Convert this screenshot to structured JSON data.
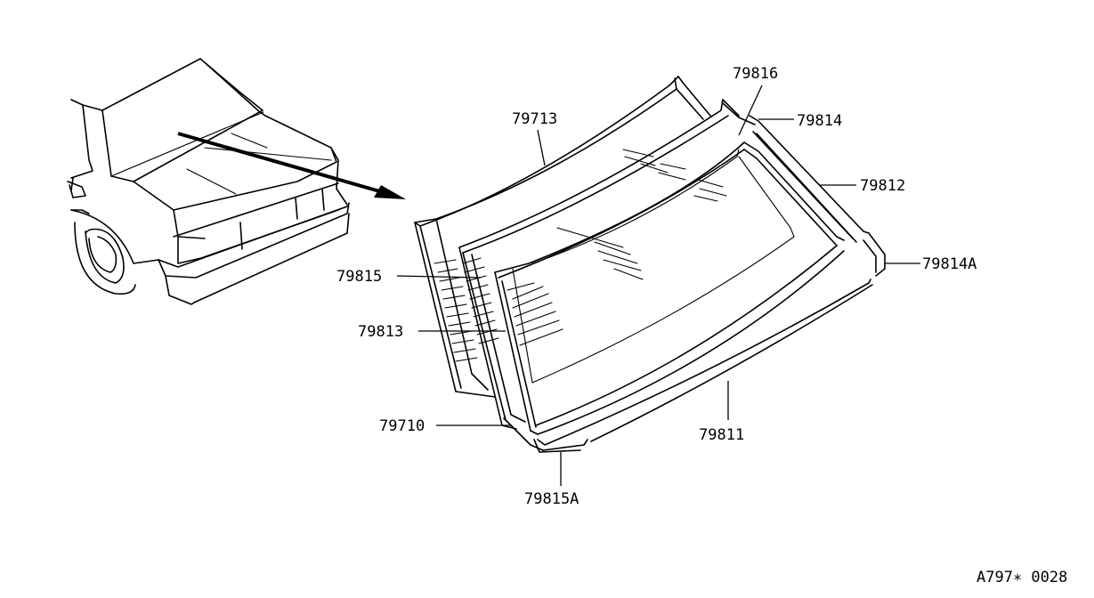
{
  "diagram": {
    "callouts": [
      {
        "id": "79713",
        "text": "79713"
      },
      {
        "id": "79816",
        "text": "79816"
      },
      {
        "id": "79814",
        "text": "79814"
      },
      {
        "id": "79812",
        "text": "79812"
      },
      {
        "id": "79814A",
        "text": "79814A"
      },
      {
        "id": "79815",
        "text": "79815"
      },
      {
        "id": "79813",
        "text": "79813"
      },
      {
        "id": "79710",
        "text": "79710"
      },
      {
        "id": "79811",
        "text": "79811"
      },
      {
        "id": "79815A",
        "text": "79815A"
      }
    ],
    "figure_code": "A797∗ 0028"
  }
}
